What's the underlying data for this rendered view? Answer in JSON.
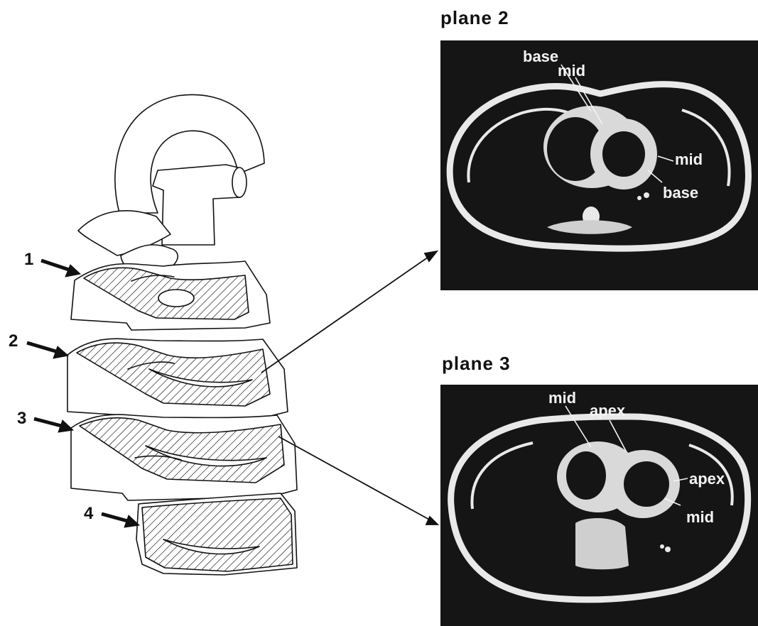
{
  "left_diagram": {
    "slice_markers": [
      "1",
      "2",
      "3",
      "4"
    ]
  },
  "panels": [
    {
      "title": "plane 2",
      "labels": [
        "base",
        "mid",
        "mid",
        "base"
      ]
    },
    {
      "title": "plane 3",
      "labels": [
        "mid",
        "apex",
        "apex",
        "mid"
      ]
    }
  ],
  "colors": {
    "line": "#111111",
    "scan_background": "#151515",
    "scan_tissue": "#e9e9e9",
    "label_text": "#f4f4f4"
  }
}
